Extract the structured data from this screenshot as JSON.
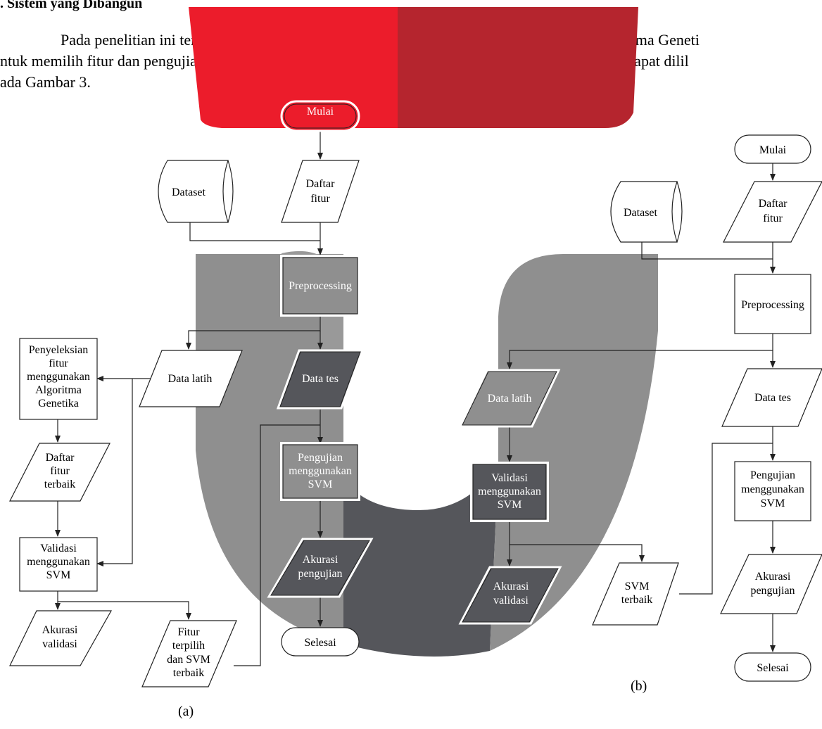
{
  "document": {
    "heading": ".    Sistem yang Dibangun",
    "paragraph_lines": [
      "Pada penelitian ini terdapat dua alur penelitian yaitu pengujian dengan menggunakan Algoritma Geneti",
      "ntuk memilih fitur dan pengujian tanpa pemilihan fitur terlebih dahulu. Gambaran umum dari sistem dapat dilil",
      "ada Gambar 3."
    ]
  },
  "colors": {
    "watermark_red": "#ec1c2b",
    "watermark_dark_red": "#b5252e",
    "watermark_grey": "#8f8f8f",
    "watermark_dark_grey": "#55565b",
    "stroke": "#222222"
  },
  "flowchart_a": {
    "caption": "(a)",
    "start": "Mulai",
    "dataset": "Dataset",
    "feature_list": [
      "Daftar",
      "fitur"
    ],
    "preprocessing": "Preprocessing",
    "train_data": "Data latih",
    "test_data": "Data tes",
    "ga_selection": [
      "Penyeleksian",
      "fitur",
      "menggunakan",
      "Algoritma",
      "Genetika"
    ],
    "best_features": [
      "Daftar",
      "fitur",
      "terbaik"
    ],
    "validation": [
      "Validasi",
      "menggunakan",
      "SVM"
    ],
    "validation_accuracy": [
      "Akurasi",
      "validasi"
    ],
    "selected_output": [
      "Fitur",
      "terpilih",
      "dan SVM",
      "terbaik"
    ],
    "testing": [
      "Pengujian",
      "menggunakan",
      "SVM"
    ],
    "test_accuracy": [
      "Akurasi",
      "pengujian"
    ],
    "end": "Selesai"
  },
  "flowchart_b": {
    "caption": "(b)",
    "start": "Mulai",
    "dataset": "Dataset",
    "feature_list": [
      "Daftar",
      "fitur"
    ],
    "preprocessing": "Preprocessing",
    "train_data": "Data latih",
    "test_data": "Data tes",
    "validation": [
      "Validasi",
      "menggunakan",
      "SVM"
    ],
    "validation_accuracy": [
      "Akurasi",
      "validasi"
    ],
    "best_svm": [
      "SVM",
      "terbaik"
    ],
    "testing": [
      "Pengujian",
      "menggunakan",
      "SVM"
    ],
    "test_accuracy": [
      "Akurasi",
      "pengujian"
    ],
    "end": "Selesai"
  }
}
